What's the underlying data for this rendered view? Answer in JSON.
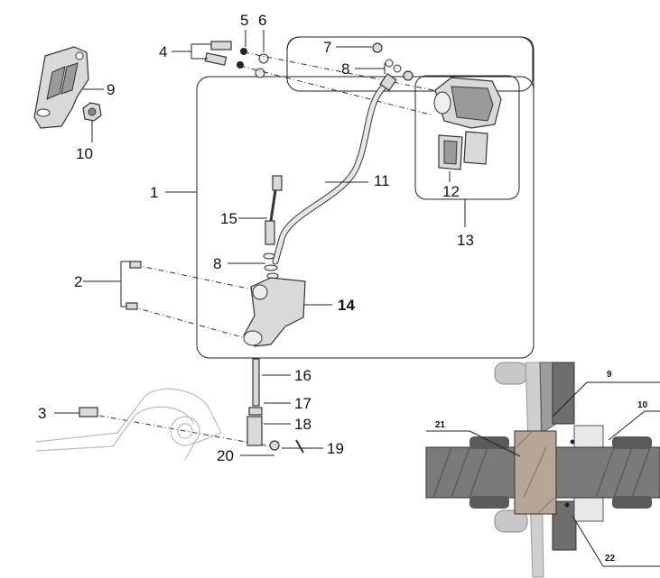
{
  "callouts": [
    {
      "id": "c1",
      "text": "1"
    },
    {
      "id": "c2",
      "text": "2"
    },
    {
      "id": "c3",
      "text": "3"
    },
    {
      "id": "c4",
      "text": "4"
    },
    {
      "id": "c5",
      "text": "5"
    },
    {
      "id": "c6",
      "text": "6"
    },
    {
      "id": "c7",
      "text": "7"
    },
    {
      "id": "c8a",
      "text": "8"
    },
    {
      "id": "c8b",
      "text": "8"
    },
    {
      "id": "c9",
      "text": "9"
    },
    {
      "id": "c10",
      "text": "10"
    },
    {
      "id": "c11",
      "text": "11"
    },
    {
      "id": "c12",
      "text": "12"
    },
    {
      "id": "c13",
      "text": "13"
    },
    {
      "id": "c14",
      "text": "14"
    },
    {
      "id": "c15",
      "text": "15"
    },
    {
      "id": "c16",
      "text": "16"
    },
    {
      "id": "c17",
      "text": "17"
    },
    {
      "id": "c18",
      "text": "18"
    },
    {
      "id": "c19",
      "text": "19"
    },
    {
      "id": "c20",
      "text": "20"
    }
  ],
  "detail_callouts": [
    {
      "id": "d9",
      "text": "9"
    },
    {
      "id": "d10",
      "text": "10"
    },
    {
      "id": "d21",
      "text": "21"
    },
    {
      "id": "d22",
      "text": "22"
    }
  ]
}
